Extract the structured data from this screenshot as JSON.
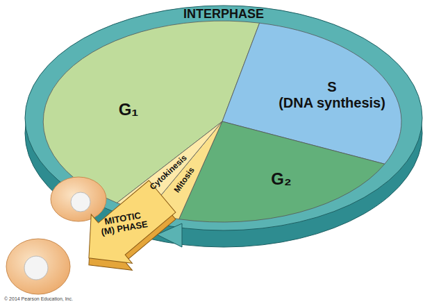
{
  "diagram": {
    "nodes": [
      {
        "text": [
          "INTERPHASE"
        ]
      },
      {
        "text": [
          "G₁"
        ]
      },
      {
        "text": [
          "S",
          "(DNA synthesis)"
        ]
      },
      {
        "text": [
          "G₂"
        ]
      },
      {
        "text": [
          "Cytokinesis"
        ]
      },
      {
        "text": [
          "Mitosis"
        ]
      },
      {
        "text": [
          "MITOTIC (M) PHASE"
        ]
      }
    ],
    "labels": [
      "© 2014 Pearson Education, Inc."
    ]
  }
}
